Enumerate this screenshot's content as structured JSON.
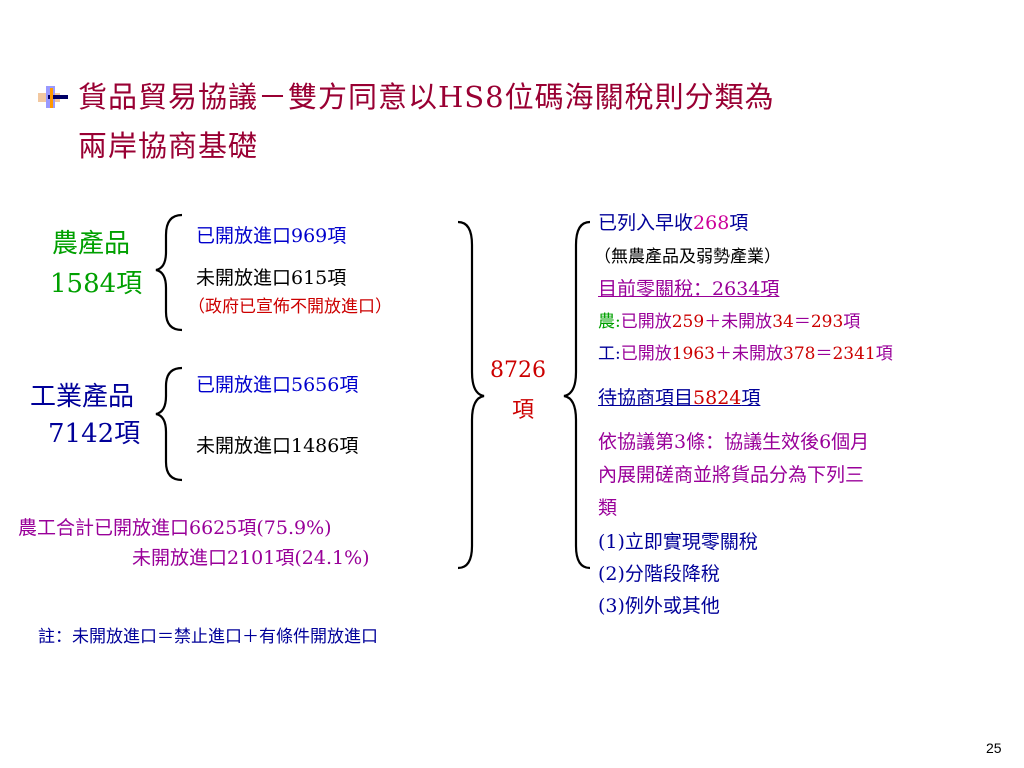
{
  "title": {
    "line1": "貨品貿易協議－雙方同意以HS8位碼海關稅則分類為",
    "line2": "兩岸協商基礎"
  },
  "agri": {
    "label": "農產品",
    "count": "1584項",
    "open": "已開放進口969項",
    "closed": "未開放進口615項",
    "closed_note": "（政府已宣佈不開放進口）"
  },
  "industry": {
    "label": "工業產品",
    "count": "7142項",
    "open": "已開放進口5656項",
    "closed": "未開放進口1486項"
  },
  "totals": {
    "line1": "農工合計已開放進口6625項(75.9%)",
    "line2": "未開放進口2101項(24.1%)"
  },
  "center": {
    "number": "8726",
    "unit": "項"
  },
  "right": {
    "early_prefix": "已列入早收",
    "early_value": "268",
    "early_suffix": "項",
    "early_note": "（無農產品及弱勢產業）",
    "zero_prefix": "目前零關稅：",
    "zero_value": "2634",
    "zero_suffix": "項",
    "agri_prefix": "農:",
    "agri_open_label": "已開放",
    "agri_open": "259",
    "agri_plus": "＋未開放",
    "agri_closed": "34",
    "agri_eq": "＝",
    "agri_total": "293",
    "agri_suffix": "項",
    "ind_prefix": "工:",
    "ind_open_label": "已開放",
    "ind_open": "1963",
    "ind_plus": "＋未開放",
    "ind_closed": "378",
    "ind_eq": "＝",
    "ind_total": "2341",
    "ind_suffix": "項",
    "pending_prefix": "待協商項目",
    "pending_value": "5824",
    "pending_suffix": "項",
    "article_line1": "依協議第3條：協議生效後6個月",
    "article_line2": "內展開磋商並將貨品分為下列三",
    "article_line3": "類",
    "cat1": "(1)立即實現零關稅",
    "cat2": "(2)分階段降稅",
    "cat3": "(3)例外或其他"
  },
  "note": "註：未開放進口＝禁止進口＋有條件開放進口",
  "page_number": "25",
  "colors": {
    "title": "#990033",
    "green": "#00A000",
    "blue": "#0000CC",
    "purple": "#990099",
    "red": "#CC0000",
    "magenta": "#CC0099"
  }
}
